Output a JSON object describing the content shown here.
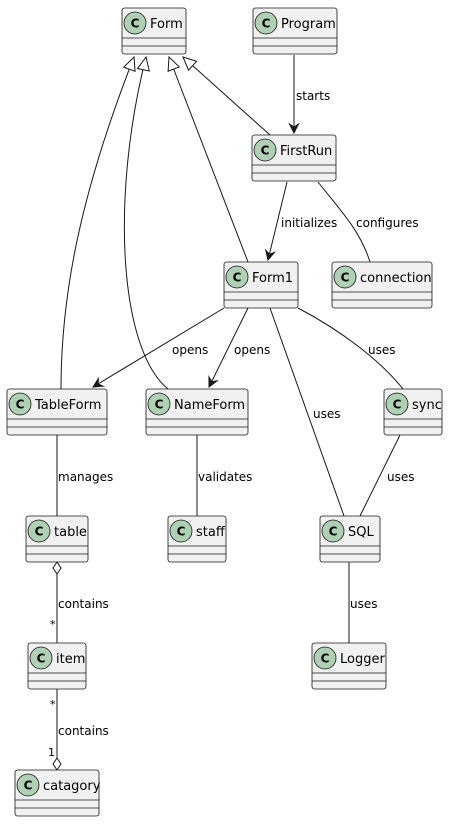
{
  "colors": {
    "class_fill": "#F1F1F1",
    "class_border": "#181818",
    "badge_fill": "#ADD1B2",
    "edge": "#181818",
    "background": "#FFFFFF"
  },
  "badge_letter": "C",
  "classes": [
    {
      "id": "Form",
      "label": "Form"
    },
    {
      "id": "Program",
      "label": "Program"
    },
    {
      "id": "FirstRun",
      "label": "FirstRun"
    },
    {
      "id": "Form1",
      "label": "Form1"
    },
    {
      "id": "connection",
      "label": "connection"
    },
    {
      "id": "TableForm",
      "label": "TableForm"
    },
    {
      "id": "NameForm",
      "label": "NameForm"
    },
    {
      "id": "sync",
      "label": "sync"
    },
    {
      "id": "table",
      "label": "table"
    },
    {
      "id": "staff",
      "label": "staff"
    },
    {
      "id": "SQL",
      "label": "SQL"
    },
    {
      "id": "item",
      "label": "item"
    },
    {
      "id": "Logger",
      "label": "Logger"
    },
    {
      "id": "catagory",
      "label": "catagory"
    }
  ],
  "relations": [
    {
      "id": "tableform-extends-form",
      "from": "TableForm",
      "to": "Form",
      "type": "inheritance",
      "label": ""
    },
    {
      "id": "nameform-extends-form",
      "from": "NameForm",
      "to": "Form",
      "type": "inheritance",
      "label": ""
    },
    {
      "id": "form1-extends-form",
      "from": "Form1",
      "to": "Form",
      "type": "inheritance",
      "label": ""
    },
    {
      "id": "firstrun-extends-form",
      "from": "FirstRun",
      "to": "Form",
      "type": "inheritance",
      "label": ""
    },
    {
      "id": "program-starts-firstrun",
      "from": "Program",
      "to": "FirstRun",
      "type": "arrow",
      "label": "starts"
    },
    {
      "id": "firstrun-initializes-form1",
      "from": "FirstRun",
      "to": "Form1",
      "type": "arrow",
      "label": "initializes"
    },
    {
      "id": "firstrun-configures-connection",
      "from": "FirstRun",
      "to": "connection",
      "type": "line",
      "label": "configures"
    },
    {
      "id": "form1-opens-tableform",
      "from": "Form1",
      "to": "TableForm",
      "type": "arrow",
      "label": "opens"
    },
    {
      "id": "form1-opens-nameform",
      "from": "Form1",
      "to": "NameForm",
      "type": "arrow",
      "label": "opens"
    },
    {
      "id": "form1-uses-sync",
      "from": "Form1",
      "to": "sync",
      "type": "line",
      "label": "uses"
    },
    {
      "id": "form1-uses-sql",
      "from": "Form1",
      "to": "SQL",
      "type": "line",
      "label": "uses"
    },
    {
      "id": "sync-uses-sql",
      "from": "sync",
      "to": "SQL",
      "type": "line",
      "label": "uses"
    },
    {
      "id": "tableform-manages-table",
      "from": "TableForm",
      "to": "table",
      "type": "line",
      "label": "manages"
    },
    {
      "id": "nameform-validates-staff",
      "from": "NameForm",
      "to": "staff",
      "type": "line",
      "label": "validates"
    },
    {
      "id": "sql-uses-logger",
      "from": "SQL",
      "to": "Logger",
      "type": "line",
      "label": "uses"
    },
    {
      "id": "table-contains-item",
      "from": "table",
      "to": "item",
      "type": "aggregation-source",
      "label": "contains",
      "to_multiplicity": "*"
    },
    {
      "id": "item-contains-catagory",
      "from": "item",
      "to": "catagory",
      "type": "aggregation-target",
      "label": "contains",
      "from_multiplicity": "*",
      "to_multiplicity": "1"
    }
  ]
}
